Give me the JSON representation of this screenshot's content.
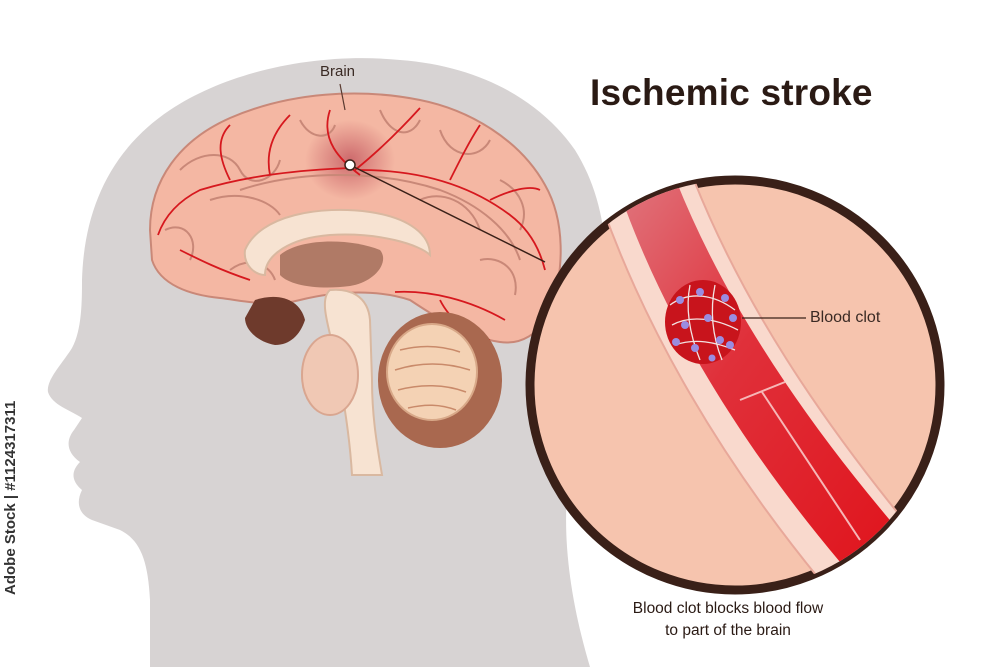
{
  "title": "Ischemic stroke",
  "labels": {
    "brain": "Brain",
    "blood_clot": "Blood clot"
  },
  "caption": {
    "line1": "Blood clot blocks blood flow",
    "line2": "to part of the brain"
  },
  "watermark_id": "Adobe Stock | #1124317311",
  "colors": {
    "head": "#d7d3d3",
    "brain": "#f4b7a3",
    "vessel": "#d6181e",
    "circle_border": "#3a2018",
    "circle_bg": "#f6c4ae"
  }
}
